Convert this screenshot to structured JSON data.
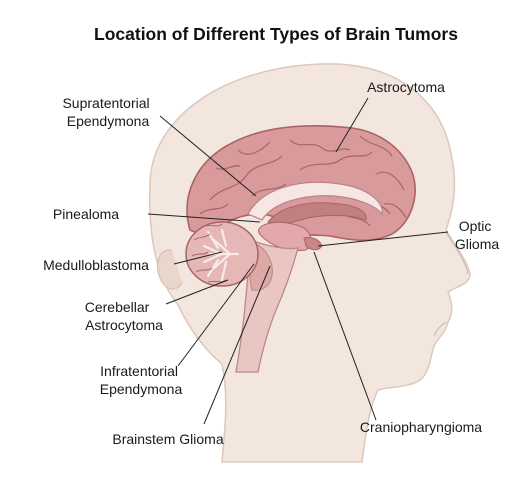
{
  "title": "Location of Different Types of Brain Tumors",
  "labels": {
    "supratentorial_ependymona": [
      "Supratentorial",
      "Ependymona"
    ],
    "astrocytoma": [
      "Astrocytoma"
    ],
    "pinealoma": [
      "Pinealoma"
    ],
    "optic_glioma": [
      "Optic",
      "Glioma"
    ],
    "medulloblastoma": [
      "Medulloblastoma"
    ],
    "cerebellar_astrocytoma": [
      "Cerebellar",
      "Astrocytoma"
    ],
    "infratentorial_ependymona": [
      "Infratentorial",
      "Ependymona"
    ],
    "brainstem_glioma": [
      "Brainstem Glioma"
    ],
    "craniopharyngioma": [
      "Craniopharyngioma"
    ]
  },
  "colors": {
    "background": "#ffffff",
    "head": "#f2e6de",
    "head_outline": "#d8c4b8",
    "brain": "#d99a9c",
    "brain_dark": "#b87476",
    "brain_highlight": "#e8b8b8",
    "corpus": "#f6e6e4",
    "cerebellum": "#e5b7b5",
    "brainstem": "#e9c4c0",
    "leader": "#222222"
  }
}
